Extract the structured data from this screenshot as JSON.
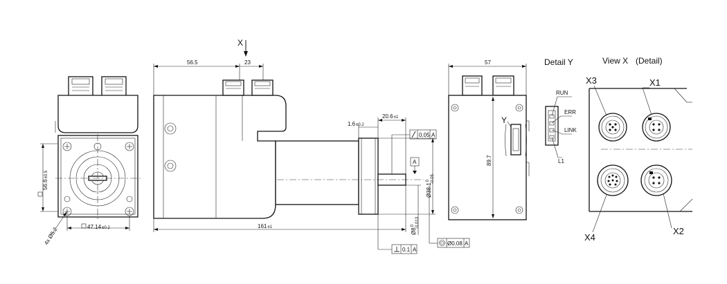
{
  "view_x_arrow": "X",
  "dims": {
    "d56_5": "56.5",
    "d23": "23",
    "d57": "57",
    "d1_6": "1.6",
    "d1_6_tol": "±0.2",
    "d20_6": "20.6",
    "d20_6_tol": "±1",
    "d161": "161",
    "d161_tol": "±1",
    "d56_6": "56.6",
    "d56_6_tol": "±0.5",
    "d47_14": "47.14",
    "d47_14_tol": "±0.2",
    "d4x": "4x Ø5.2",
    "d38": "Ø38.1",
    "d38_tol_up": "0",
    "d38_tol_dn": "-0.05",
    "d8": "Ø8",
    "d8_tol_up": "0",
    "d8_tol_dn": "-0.013",
    "d89_7": "89.7"
  },
  "tolerances": {
    "runout_value": "0.05",
    "runout_datum": "A",
    "datum_label": "A",
    "perp_value": "0.1",
    "perp_datum": "A",
    "conc_value": "Ø0.08",
    "conc_datum": "A"
  },
  "detail_y": {
    "title": "Detail Y",
    "view_marker": "Y",
    "leds": [
      "RUN",
      "ERR",
      "LINK",
      "L1"
    ]
  },
  "view_x": {
    "title": "View X",
    "subtitle": "(Detail)",
    "connectors": [
      "X3",
      "X1",
      "X4",
      "X2"
    ]
  }
}
